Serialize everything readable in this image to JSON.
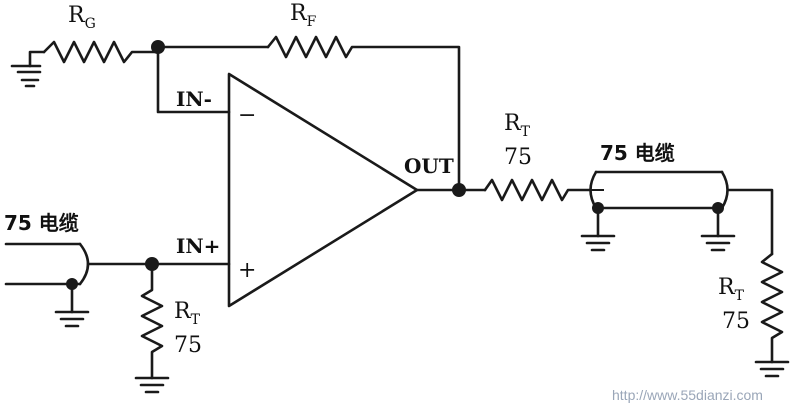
{
  "labels": {
    "rg_main": "R",
    "rg_sub": "G",
    "rf_main": "R",
    "rf_sub": "F",
    "in_minus": "IN-",
    "in_plus": "IN+",
    "minus_sign": "−",
    "plus_sign": "+",
    "out": "OUT",
    "rt_out_main": "R",
    "rt_out_sub": "T",
    "rt_out_value": "75",
    "cable_out": "75 电缆",
    "cable_in": "75 电缆",
    "rt_in_main": "R",
    "rt_in_sub": "T",
    "rt_in_value": "75",
    "rt_load_main": "R",
    "rt_load_sub": "T",
    "rt_load_value": "75"
  },
  "watermark": "http://www.55dianzi.com",
  "colors": {
    "ink": "#1a1a1a",
    "watermark": "#9aa6b8"
  }
}
